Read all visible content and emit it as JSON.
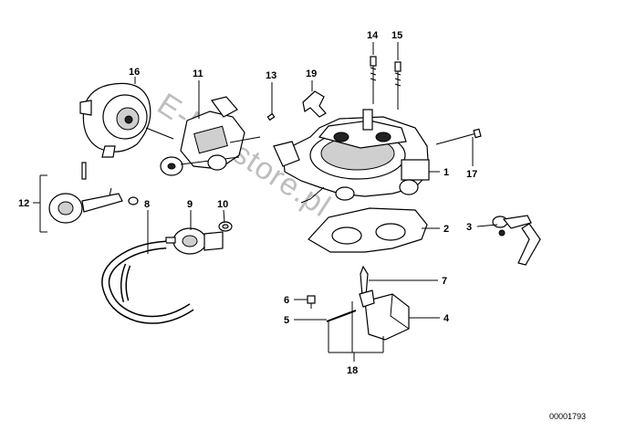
{
  "callouts": {
    "c1": "1",
    "c2": "2",
    "c3": "3",
    "c4": "4",
    "c5": "5",
    "c6": "6",
    "c7": "7",
    "c8": "8",
    "c9": "9",
    "c10": "10",
    "c11": "11",
    "c12": "12",
    "c13": "13",
    "c14": "14",
    "c15": "15",
    "c16": "16",
    "c17": "17",
    "c18": "18",
    "c19": "19"
  },
  "watermark": "E-MWstore.pl",
  "reference_number": "00001793"
}
